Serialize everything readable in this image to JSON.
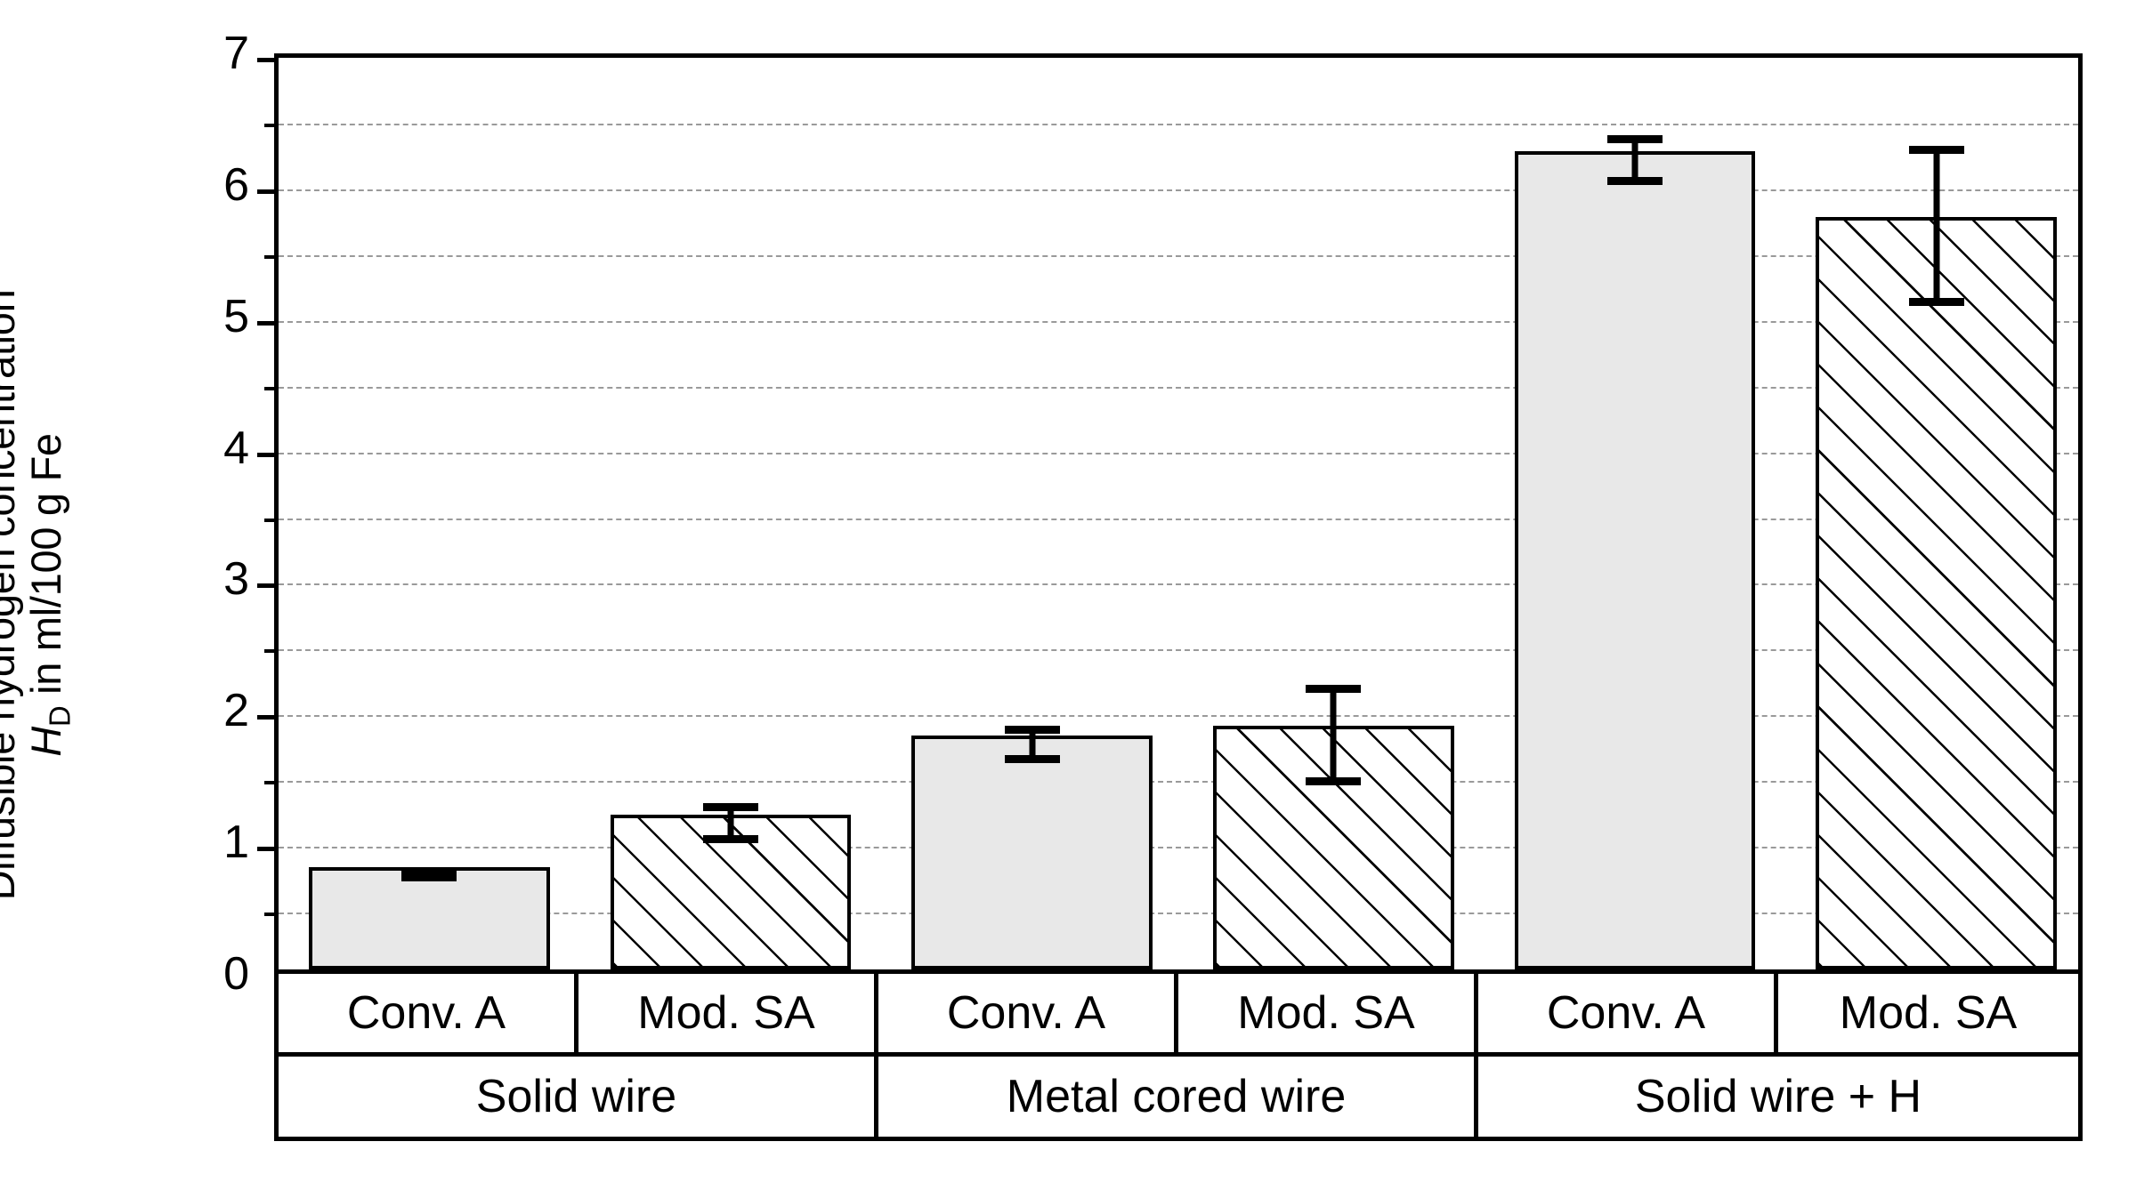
{
  "chart_data": {
    "type": "bar",
    "title": "",
    "xlabel": "",
    "ylabel_line1": "Diffusible hydrogen concentration",
    "ylabel_line2_prefix": "H",
    "ylabel_line2_sub": "D",
    "ylabel_line2_suffix": " in ml/100 g Fe",
    "ylim": [
      0,
      7
    ],
    "ytick_labels": [
      "0",
      "1",
      "2",
      "3",
      "4",
      "5",
      "6",
      "7"
    ],
    "ytick_values": [
      0,
      1,
      2,
      3,
      4,
      5,
      6,
      7
    ],
    "yminor_values": [
      0.5,
      1.5,
      2.5,
      3.5,
      4.5,
      5.5,
      6.5
    ],
    "gridline_values": [
      0.5,
      1,
      1.5,
      2,
      2.5,
      3,
      3.5,
      4,
      4.5,
      5,
      5.5,
      6,
      6.5
    ],
    "grid": true,
    "legend_position": "none",
    "categories": [
      "Conv. A",
      "Mod. SA",
      "Conv. A",
      "Mod. SA",
      "Conv. A",
      "Mod. SA"
    ],
    "groups": [
      {
        "label": "Solid wire",
        "span": 2
      },
      {
        "label": "Metal cored wire",
        "span": 2
      },
      {
        "label": "Solid wire + H",
        "span": 2
      }
    ],
    "values": [
      0.78,
      1.18,
      1.78,
      1.85,
      6.22,
      5.72
    ],
    "errors": [
      0.04,
      0.15,
      0.14,
      0.38,
      0.19,
      0.61
    ],
    "fills": [
      "solid-gray",
      "hatched",
      "solid-gray",
      "hatched",
      "solid-gray",
      "hatched"
    ],
    "colors": {
      "bar_fill_gray": "#e8e8e8",
      "bar_edge": "#000000",
      "hatch_line": "#000000",
      "gridline": "#9a9a9a",
      "axis": "#000000",
      "background": "#ffffff"
    }
  }
}
